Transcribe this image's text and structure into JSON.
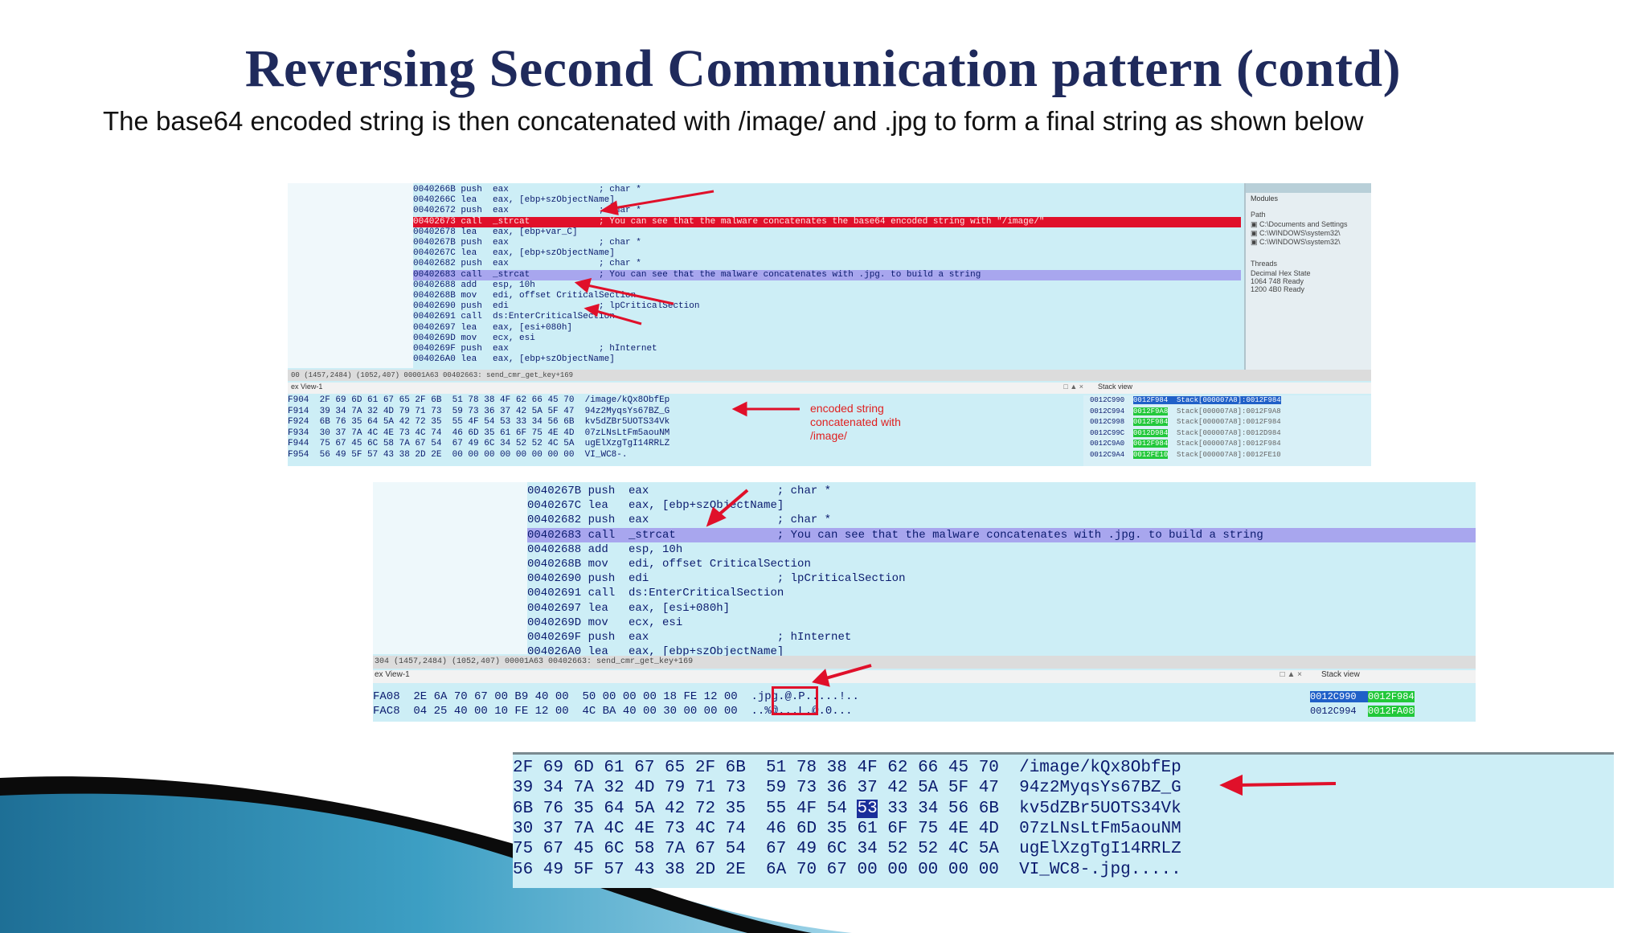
{
  "slide": {
    "title": "Reversing Second Communication pattern (contd)",
    "subtitle": "The base64 encoded string is then concatenated with /image/ and .jpg to form a final string as shown below"
  },
  "shot1": {
    "disasm": [
      {
        "addr": "0040266B",
        "op": "push",
        "args": "eax",
        "cmt": "; char *"
      },
      {
        "addr": "0040266C",
        "op": "lea",
        "args": "eax, [ebp+szObjectName]",
        "cmt": ""
      },
      {
        "addr": "00402672",
        "op": "push",
        "args": "eax",
        "cmt": "; char *"
      },
      {
        "addr": "00402673",
        "op": "call",
        "args": "_strcat",
        "cmt": "; You can see that the malware concatenates the base64 encoded string with \"/image/\""
      },
      {
        "addr": "00402678",
        "op": "lea",
        "args": "eax, [ebp+var_C]",
        "cmt": ""
      },
      {
        "addr": "0040267B",
        "op": "push",
        "args": "eax",
        "cmt": "; char *"
      },
      {
        "addr": "0040267C",
        "op": "lea",
        "args": "eax, [ebp+szObjectName]",
        "cmt": ""
      },
      {
        "addr": "00402682",
        "op": "push",
        "args": "eax",
        "cmt": "; char *"
      },
      {
        "addr": "00402683",
        "op": "call",
        "args": "_strcat",
        "cmt": "; You can see that the malware concatenates with .jpg. to build a string"
      },
      {
        "addr": "00402688",
        "op": "add",
        "args": "esp, 10h",
        "cmt": ""
      },
      {
        "addr": "0040268B",
        "op": "mov",
        "args": "edi, offset CriticalSection",
        "cmt": ""
      },
      {
        "addr": "00402690",
        "op": "push",
        "args": "edi",
        "cmt": "; lpCriticalSection"
      },
      {
        "addr": "00402691",
        "op": "call",
        "args": "ds:EnterCriticalSection",
        "cmt": ""
      },
      {
        "addr": "00402697",
        "op": "lea",
        "args": "eax, [esi+080h]",
        "cmt": ""
      },
      {
        "addr": "0040269D",
        "op": "mov",
        "args": "ecx, esi",
        "cmt": ""
      },
      {
        "addr": "0040269F",
        "op": "push",
        "args": "eax",
        "cmt": "; hInternet"
      },
      {
        "addr": "004026A0",
        "op": "lea",
        "args": "eax, [ebp+szObjectName]",
        "cmt": ""
      }
    ],
    "status": "00 (1457,2484) (1052,407) 00001A63 00402663: send_cmr_get_key+169",
    "hexview_title": "ex View-1",
    "hex": [
      {
        "addr": "F904",
        "bytes": "2F 69 6D 61 67 65 2F 6B  51 78 38 4F 62 66 45 70",
        "ascii": "/image/kQx8ObfEp"
      },
      {
        "addr": "F914",
        "bytes": "39 34 7A 32 4D 79 71 73  59 73 36 37 42 5A 5F 47",
        "ascii": "94z2MyqsYs67BZ_G"
      },
      {
        "addr": "F924",
        "bytes": "6B 76 35 64 5A 42 72 35  55 4F 54 53 33 34 56 6B",
        "ascii": "kv5dZBr5UOTS34Vk"
      },
      {
        "addr": "F934",
        "bytes": "30 37 7A 4C 4E 73 4C 74  46 6D 35 61 6F 75 4E 4D",
        "ascii": "07zLNsLtFm5aouNM"
      },
      {
        "addr": "F944",
        "bytes": "75 67 45 6C 58 7A 67 54  67 49 6C 34 52 52 4C 5A",
        "ascii": "ugElXzgTgI14RRLZ"
      },
      {
        "addr": "F954",
        "bytes": "56 49 5F 57 43 38 2D 2E  00 00 00 00 00 00 00 00",
        "ascii": "VI_WC8-."
      }
    ],
    "annotation": [
      "encoded string",
      "concatenated with",
      "/image/"
    ],
    "side": {
      "header": "Modules",
      "path_label": "Path",
      "paths": [
        "C:\\Documents and Settings",
        "C:\\WINDOWS\\system32\\",
        "C:\\WINDOWS\\system32\\"
      ],
      "threads": "Threads",
      "thread_cols": [
        "Decimal",
        "Hex",
        "State"
      ],
      "thread_rows": [
        [
          "1064",
          "748",
          "Ready"
        ],
        [
          "1200",
          "4B0",
          "Ready"
        ]
      ]
    },
    "stack_title": "Stack view",
    "stack": [
      {
        "a": "0012C990",
        "b": "0012F984",
        "c": "Stack[000007A8]:0012F984"
      },
      {
        "a": "0012C994",
        "b": "0012F9A8",
        "c": "Stack[000007A8]:0012F9A8"
      },
      {
        "a": "0012C998",
        "b": "0012F984",
        "c": "Stack[000007A8]:0012F984"
      },
      {
        "a": "0012C99C",
        "b": "0012D984",
        "c": "Stack[000007A8]:0012D984"
      },
      {
        "a": "0012C9A0",
        "b": "0012F984",
        "c": "Stack[000007A8]:0012F984"
      },
      {
        "a": "0012C9A4",
        "b": "0012FE10",
        "c": "Stack[000007A8]:0012FE10"
      }
    ]
  },
  "shot2": {
    "disasm": [
      {
        "addr": "0040267B",
        "op": "push",
        "args": "eax",
        "cmt": "; char *"
      },
      {
        "addr": "0040267C",
        "op": "lea",
        "args": "eax, [ebp+szObjectName]",
        "cmt": ""
      },
      {
        "addr": "00402682",
        "op": "push",
        "args": "eax",
        "cmt": "; char *"
      },
      {
        "addr": "00402683",
        "op": "call",
        "args": "_strcat",
        "cmt": "; You can see that the malware concatenates with .jpg. to build a string"
      },
      {
        "addr": "00402688",
        "op": "add",
        "args": "esp, 10h",
        "cmt": ""
      },
      {
        "addr": "0040268B",
        "op": "mov",
        "args": "edi, offset CriticalSection",
        "cmt": ""
      },
      {
        "addr": "00402690",
        "op": "push",
        "args": "edi",
        "cmt": "; lpCriticalSection"
      },
      {
        "addr": "00402691",
        "op": "call",
        "args": "ds:EnterCriticalSection",
        "cmt": ""
      },
      {
        "addr": "00402697",
        "op": "lea",
        "args": "eax, [esi+080h]",
        "cmt": ""
      },
      {
        "addr": "0040269D",
        "op": "mov",
        "args": "ecx, esi",
        "cmt": ""
      },
      {
        "addr": "0040269F",
        "op": "push",
        "args": "eax",
        "cmt": "; hInternet"
      },
      {
        "addr": "004026A0",
        "op": "lea",
        "args": "eax, [ebp+szObjectName]",
        "cmt": ""
      }
    ],
    "status": "304 (1457,2484) (1052,407) 00001A63 00402663: send_cmr_get_key+169",
    "hexview_title": "ex View-1",
    "hex": [
      {
        "addr": "FA08",
        "bytes": "2E 6A 70 67 00 B9 40 00  50 00 00 00 18 FE 12 00",
        "ascii": ".jpg.@.P.....!.."
      },
      {
        "addr": "FAC8",
        "bytes": "04 25 40 00 10 FE 12 00  4C BA 40 00 30 00 00 00",
        "ascii": "..%@...L.@.0..."
      }
    ],
    "stack_title": "Stack view",
    "stack": [
      {
        "a": "0012C990",
        "b": "0012F984"
      },
      {
        "a": "0012C994",
        "b": "0012FA08"
      }
    ]
  },
  "shot3": {
    "hex": [
      {
        "bytes": "2F 69 6D 61 67 65 2F 6B  51 78 38 4F 62 66 45 70",
        "ascii": "/image/kQx8ObfEp"
      },
      {
        "bytes": "39 34 7A 32 4D 79 71 73  59 73 36 37 42 5A 5F 47",
        "ascii": "94z2MyqsYs67BZ_G"
      },
      {
        "bytes_a": "6B 76 35 64 5A 42 72 35  55 4F 54 ",
        "sel": "53",
        "bytes_b": " 33 34 56 6B",
        "ascii": "kv5dZBr5UOTS34Vk"
      },
      {
        "bytes": "30 37 7A 4C 4E 73 4C 74  46 6D 35 61 6F 75 4E 4D",
        "ascii": "07zLNsLtFm5aouNM"
      },
      {
        "bytes": "75 67 45 6C 58 7A 67 54  67 49 6C 34 52 52 4C 5A",
        "ascii": "ugElXzgTgI14RRLZ"
      },
      {
        "bytes": "56 49 5F 57 43 38 2D 2E  6A 70 67 00 00 00 00 00",
        "ascii": "VI_WC8-.jpg....."
      }
    ]
  },
  "colors": {
    "title": "#1f2a5c",
    "panel": "#cdeef6",
    "arrow": "#e0102a",
    "highlight_red": "#e0102a",
    "highlight_purple": "#a8a6ee"
  }
}
